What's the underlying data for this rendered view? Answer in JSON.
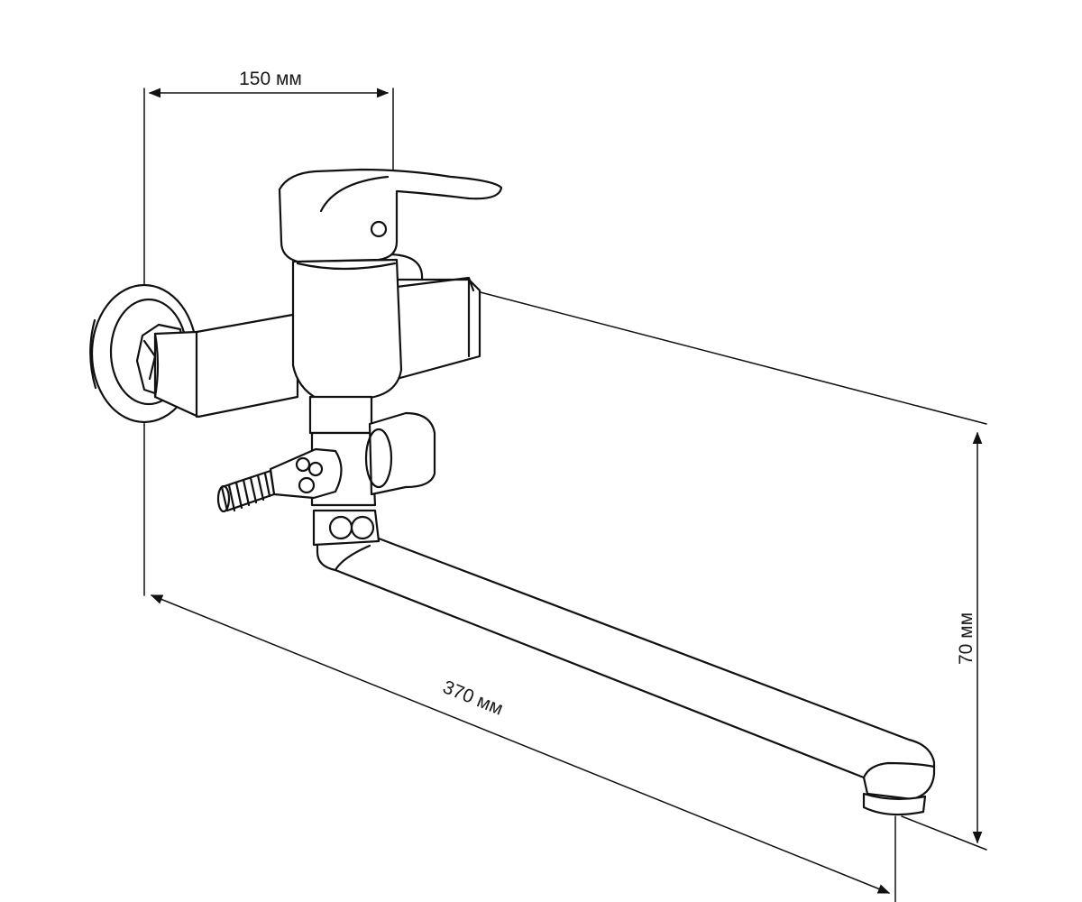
{
  "diagram": {
    "dimensions": {
      "width_top": "150 мм",
      "length": "370 мм",
      "height": "70 мм"
    },
    "colors": {
      "line": "#111111",
      "background": "#ffffff"
    }
  }
}
